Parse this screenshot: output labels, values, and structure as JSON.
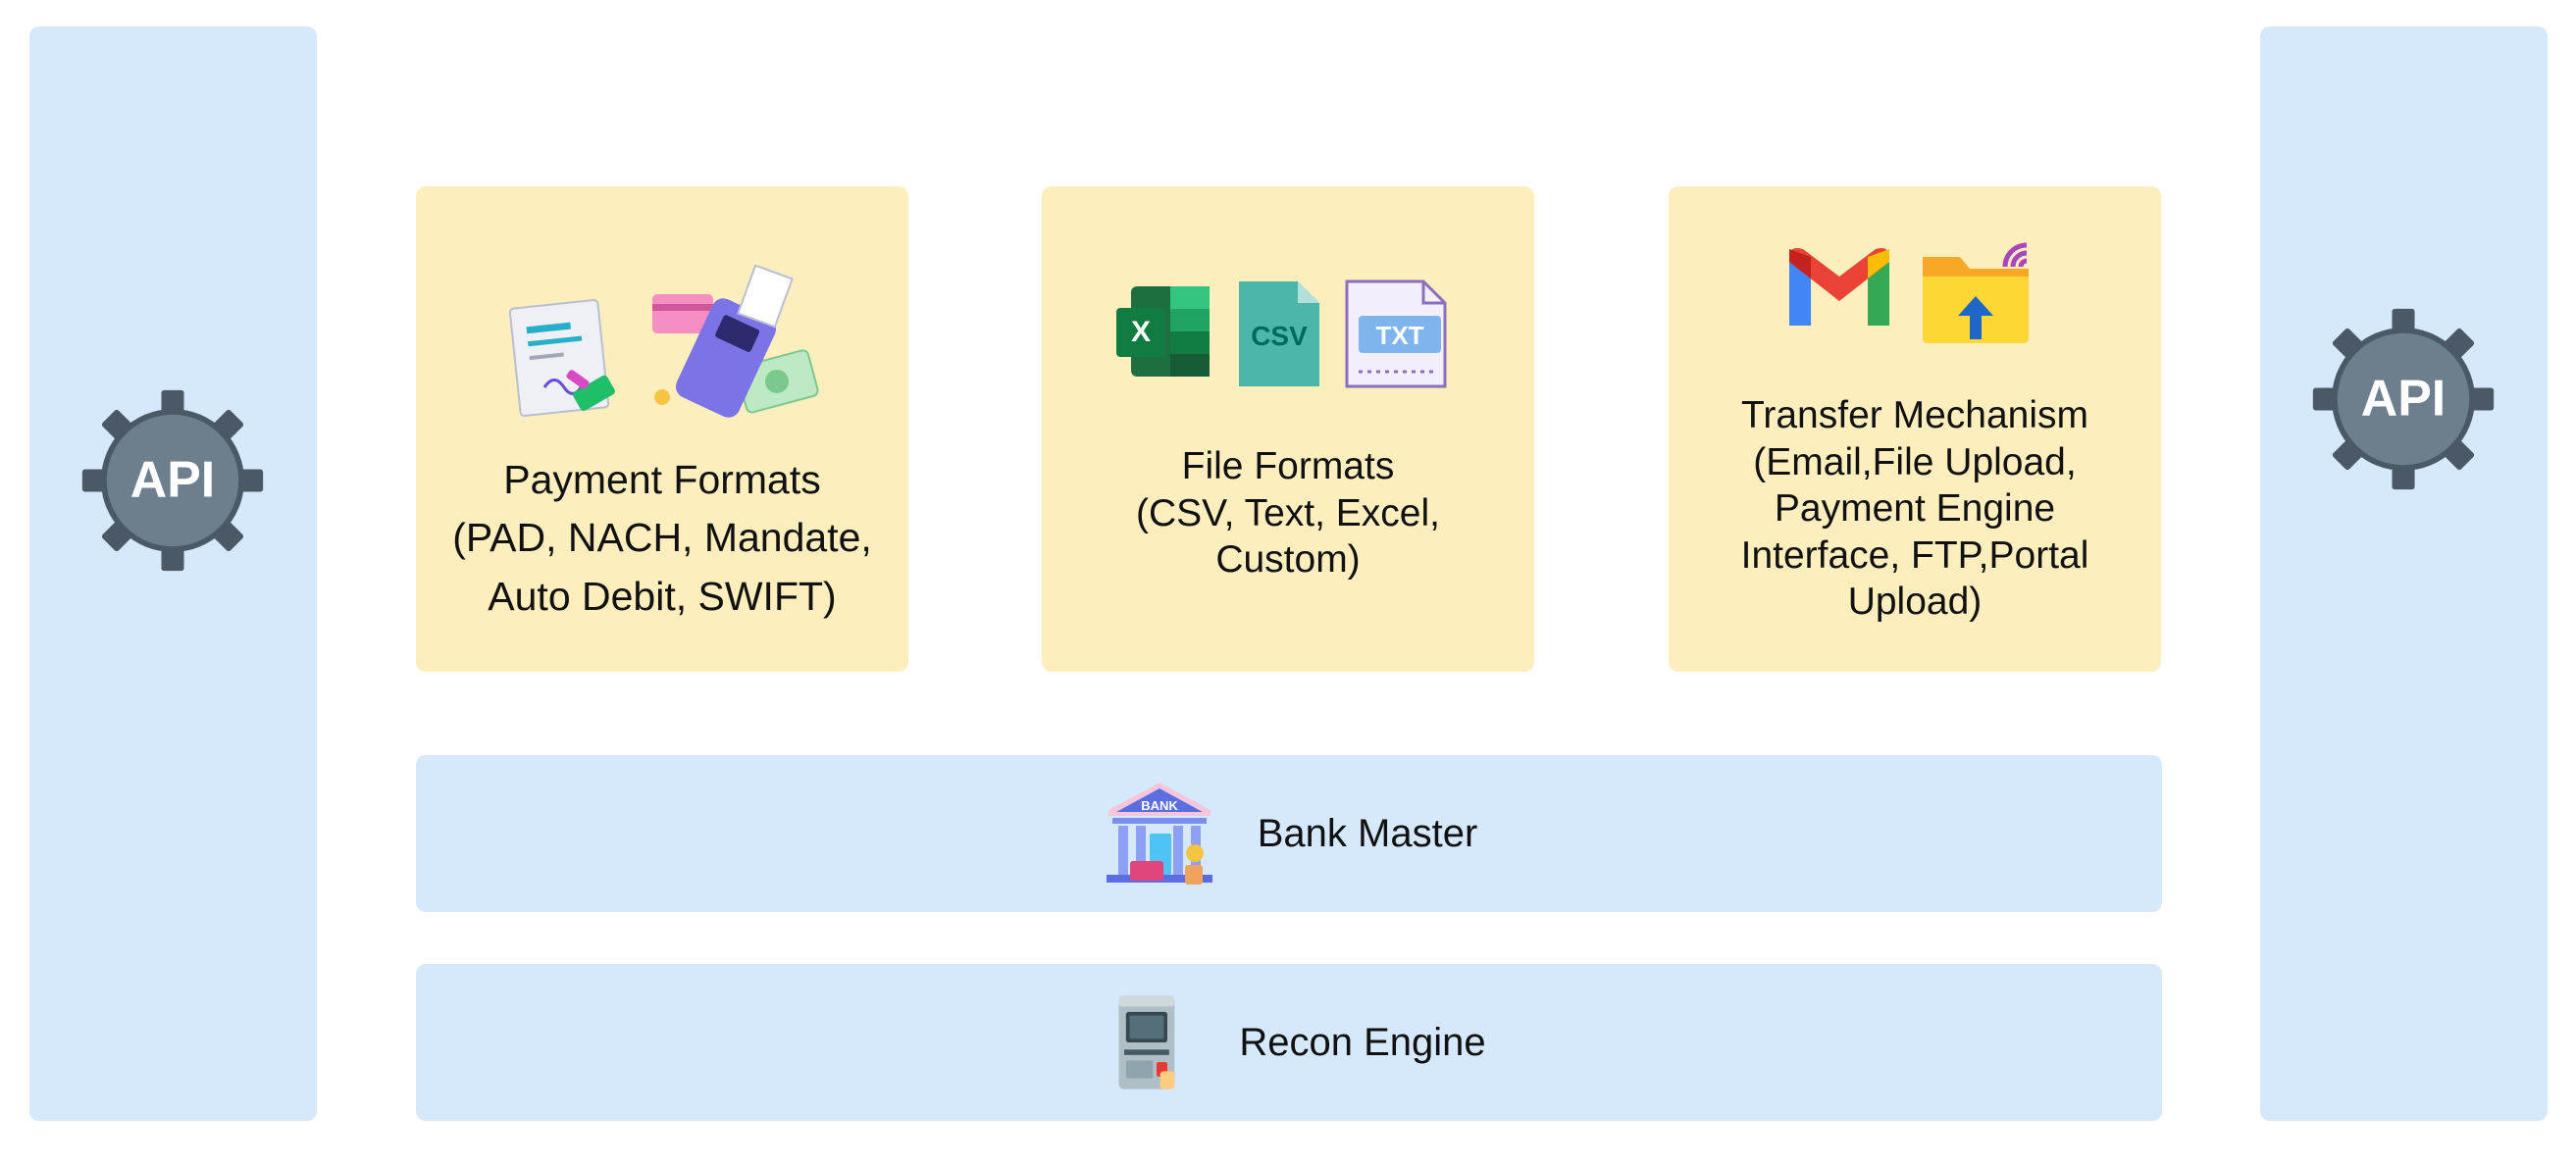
{
  "api_left": {
    "label": "API",
    "icon": "gear-icon",
    "color": "#6d7f8d"
  },
  "api_right": {
    "label": "API",
    "icon": "gear-icon",
    "color": "#6d7f8d"
  },
  "cards": {
    "payment": {
      "line1": "Payment Formats",
      "line2": "(PAD, NACH, Mandate,",
      "line3": "Auto Debit, SWIFT)",
      "icons": [
        "signed-document-icon",
        "payment-terminal-icon"
      ]
    },
    "file": {
      "line1": "File Formats",
      "line2": "(CSV, Text, Excel,",
      "line3": "Custom)",
      "icons": [
        "excel-file-icon",
        "csv-file-icon",
        "txt-file-icon"
      ],
      "icon_labels": {
        "excel": "X",
        "csv": "CSV",
        "txt": "TXT"
      }
    },
    "transfer": {
      "line1": "Transfer Mechanism",
      "line2": "(Email,File Upload,",
      "line3": "Payment Engine",
      "line4": "Interface, FTP,Portal",
      "line5": "Upload)",
      "icons": [
        "gmail-icon",
        "folder-upload-icon"
      ]
    }
  },
  "bars": {
    "bank": {
      "label": "Bank Master",
      "icon": "bank-icon",
      "icon_text": "BANK"
    },
    "recon": {
      "label": "Recon Engine",
      "icon": "atm-icon"
    }
  },
  "colors": {
    "side_bar": "#d6e8fc",
    "card": "#fdeebe",
    "wide_bar": "#d6e8fc"
  }
}
